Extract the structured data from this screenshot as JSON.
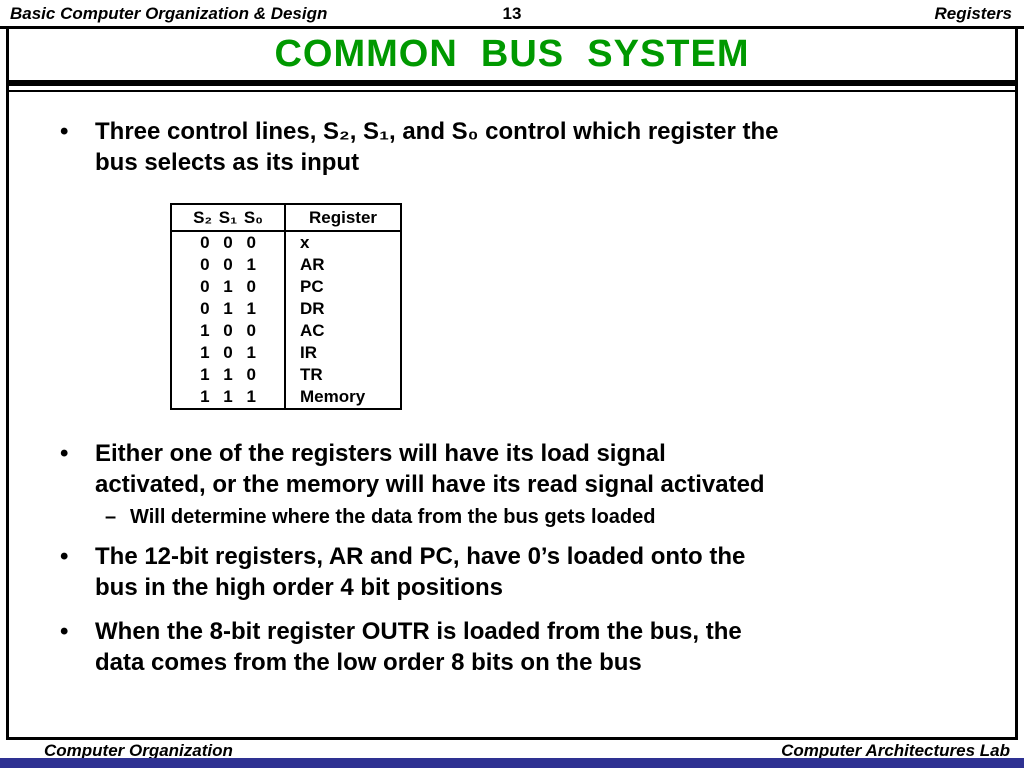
{
  "colors": {
    "title_green": "#009900",
    "footer_bar_blue": "#2E3192",
    "frame_black": "#000000"
  },
  "header": {
    "left": "Basic Computer Organization & Design",
    "page_number": "13",
    "right": "Registers"
  },
  "title": "COMMON  BUS  SYSTEM",
  "content": {
    "bullet_char": "•",
    "dash_char": "–",
    "bullets": [
      {
        "lines": [
          "Three control lines, S₂, S₁, and S₀ control which register the",
          "bus selects as its input"
        ]
      },
      {
        "lines": [
          "Either one of the registers will have its load signal",
          "activated, or the memory will have its read signal activated"
        ]
      },
      {
        "lines": [
          "The 12-bit registers, AR and PC, have 0’s loaded onto the",
          "bus in the high order 4 bit positions"
        ]
      },
      {
        "lines": [
          "When the 8-bit register OUTR is loaded from the bus, the",
          "data comes from the low order 8 bits on the bus"
        ]
      }
    ],
    "sub_bullet": "Will determine where the data from the bus gets loaded"
  },
  "table": {
    "select_header": "S₂ S₁ S₀",
    "register_header": "Register",
    "rows": [
      {
        "bits": "0 0 0",
        "register": "x"
      },
      {
        "bits": "0 0 1",
        "register": "AR"
      },
      {
        "bits": "0 1 0",
        "register": "PC"
      },
      {
        "bits": "0 1 1",
        "register": "DR"
      },
      {
        "bits": "1 0 0",
        "register": "AC"
      },
      {
        "bits": "1 0 1",
        "register": "IR"
      },
      {
        "bits": "1 1 0",
        "register": "TR"
      },
      {
        "bits": "1 1 1",
        "register": "Memory"
      }
    ]
  },
  "footer": {
    "left": "Computer Organization",
    "right": "Computer Architectures Lab"
  }
}
